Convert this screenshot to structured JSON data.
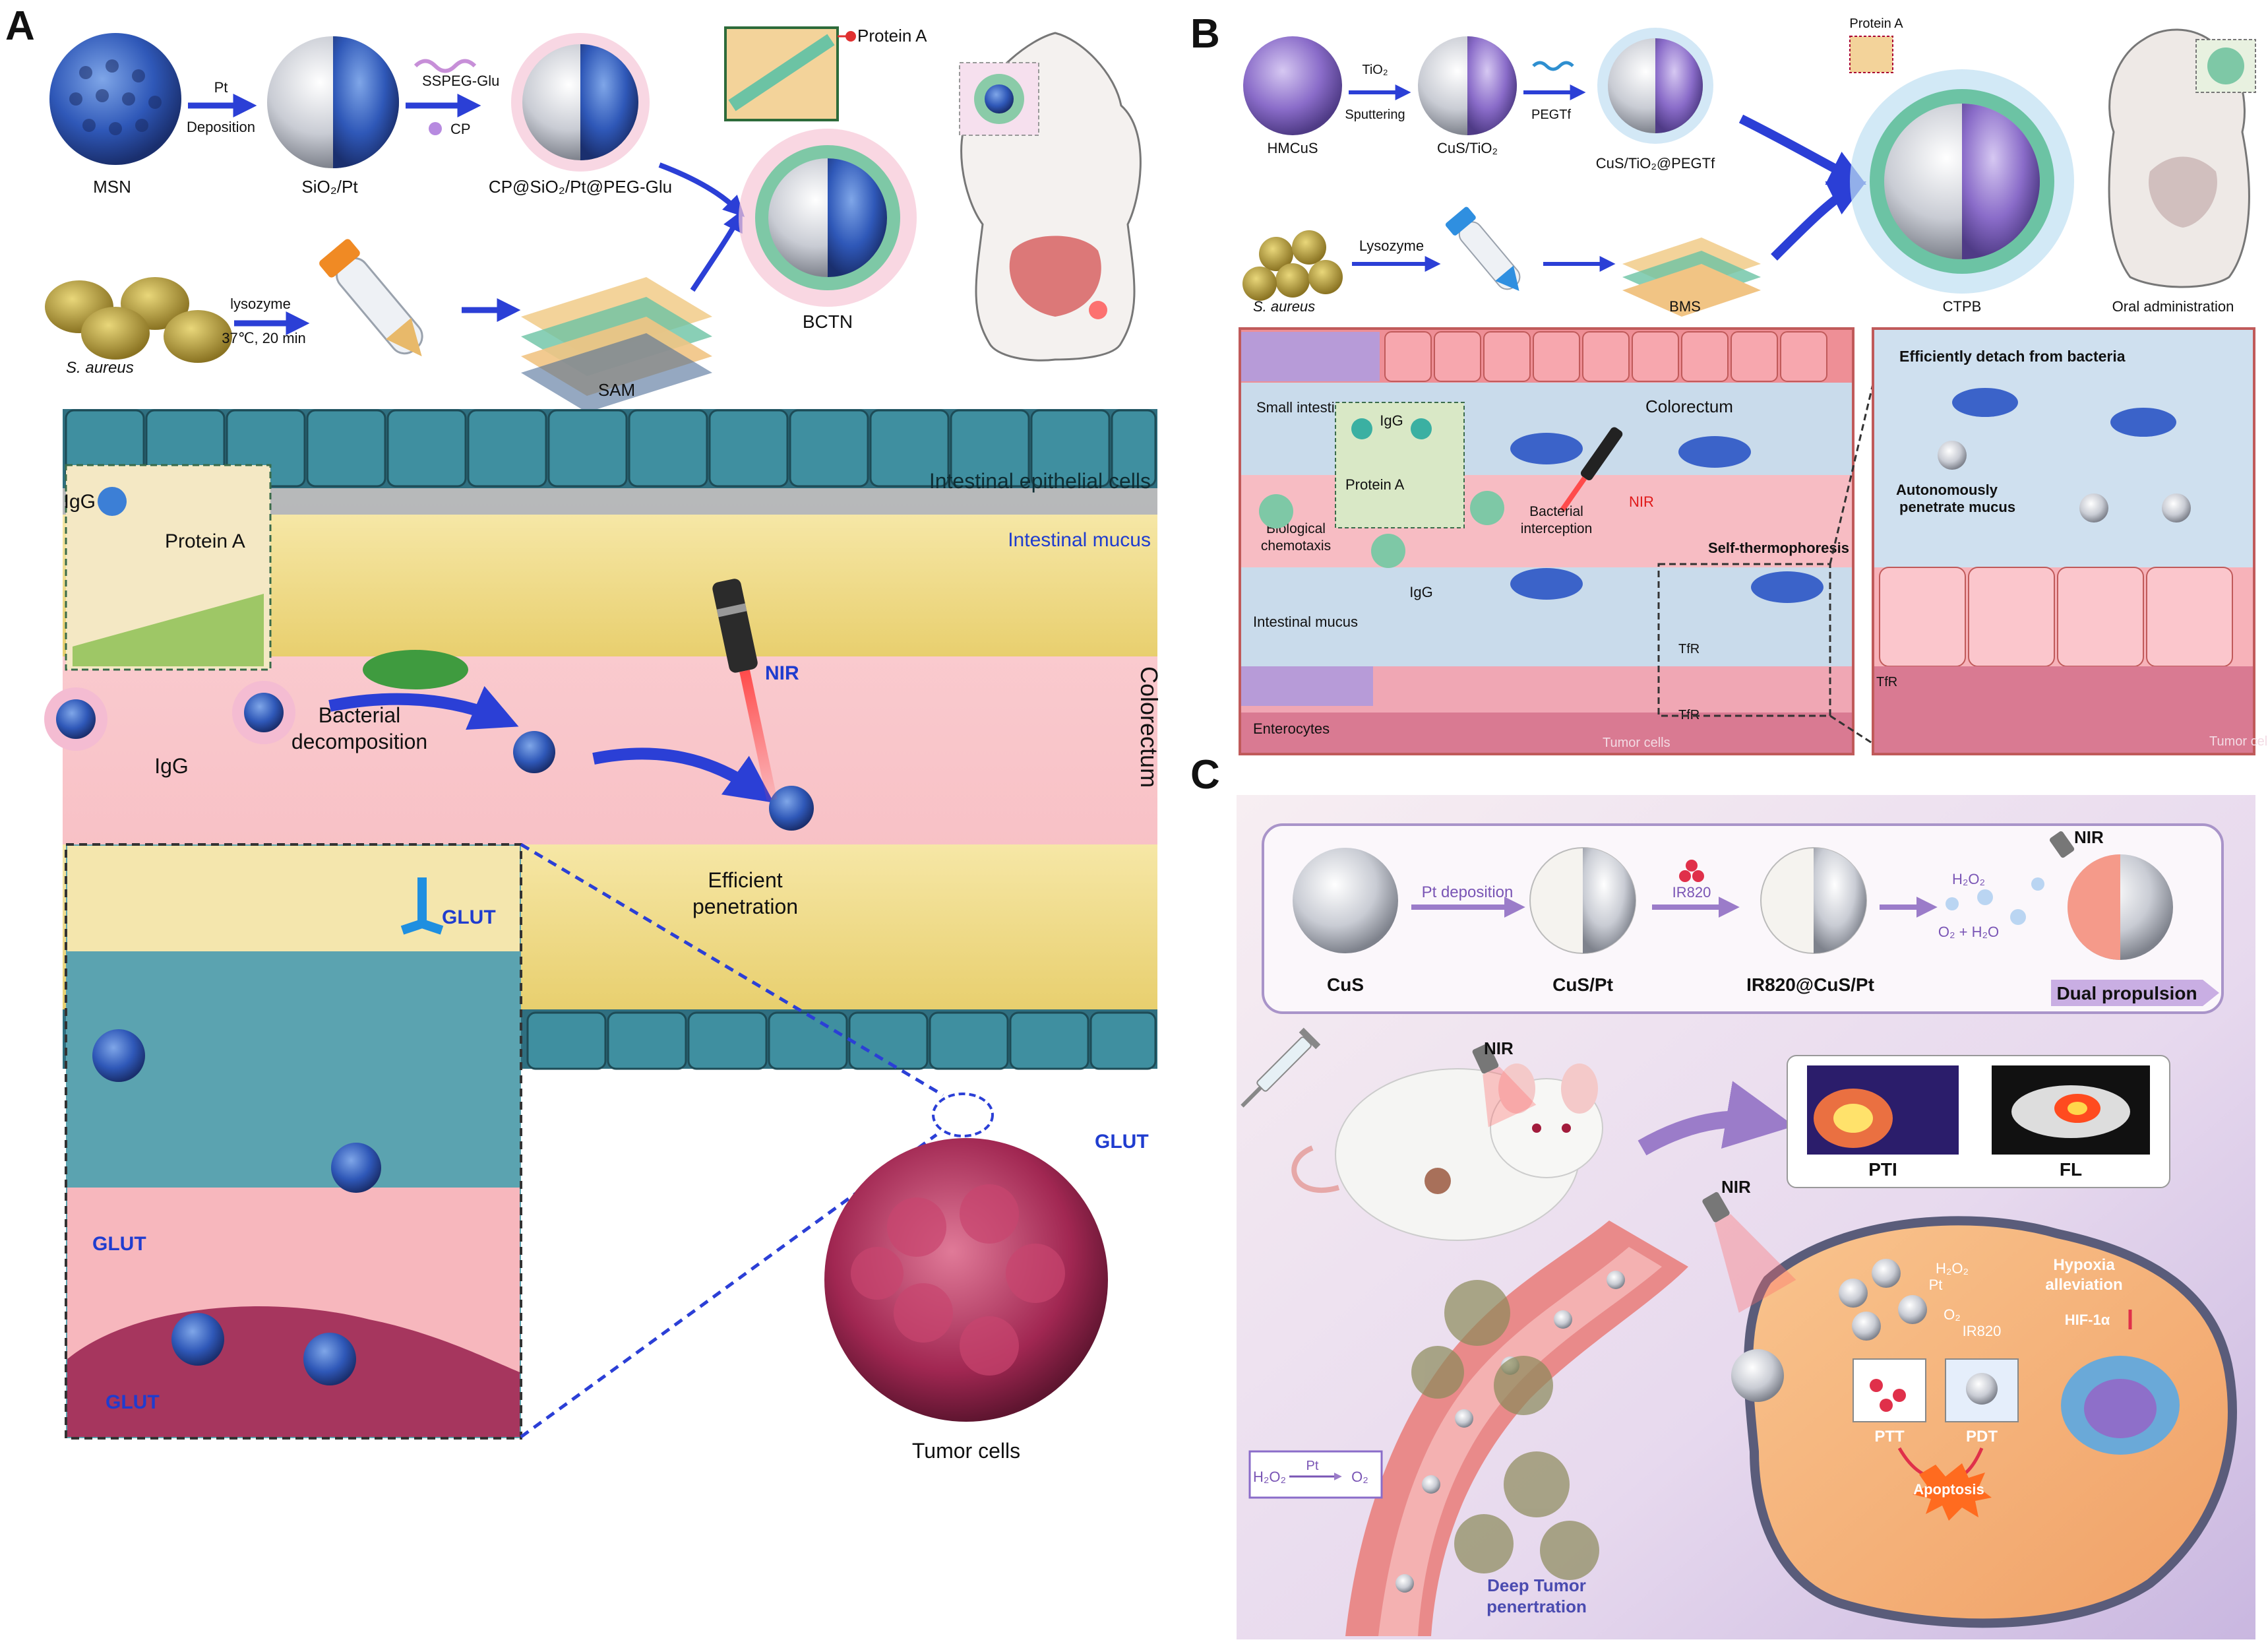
{
  "panelA": {
    "letter": "A",
    "msn": "MSN",
    "pt": "Pt",
    "deposition": "Deposition",
    "sio2pt": "SiO₂/Pt",
    "sspeg": "SSPEG-Glu",
    "cp": "CP",
    "cpsio2": "CP@SiO₂/Pt@PEG-Glu",
    "proteinA_top": "Protein A",
    "bctn": "BCTN",
    "lysozyme": "lysozyme",
    "conditions": "37℃,  20 min",
    "saureus": "S. aureus",
    "sam": "SAM",
    "epithelial": "Intestinal epithelial cells",
    "mucus": "Intestinal mucus",
    "igg_inset": "IgG",
    "proteinA_inset": "Protein A",
    "colorectum": "Colorectum",
    "nir": "NIR",
    "igg": "IgG",
    "bact_decomp1": "Bacterial",
    "bact_decomp2": "decomposition",
    "eff_pen1": "Efficient",
    "eff_pen2": "penetration",
    "glut": "GLUT",
    "tumor": "Tumor cells"
  },
  "panelB": {
    "letter": "B",
    "proteinA": "Protein A",
    "tio2": "TiO₂",
    "sputtering": "Sputtering",
    "pegtf": "PEGTf",
    "hmcus": "HMCuS",
    "custio2": "CuS/TiO₂",
    "custio2peg": "CuS/TiO₂@PEGTf",
    "lysozyme": "Lysozyme",
    "saureus": "S. aureus",
    "bms": "BMS",
    "ctpb": "CTPB",
    "oral": "Oral administration",
    "small_int": "Small intestine",
    "igg_inset": "IgG",
    "proteinA_inset": "Protein A",
    "colorectum": "Colorectum",
    "nir": "NIR",
    "bio1": "Biological",
    "bio2": "chemotaxis",
    "igg": "IgG",
    "bint1": "Bacterial",
    "bint2": "interception",
    "selfthermo": "Self-thermophoresis",
    "int_mucus": "Intestinal mucus",
    "tfr": "TfR",
    "enterocytes": "Enterocytes",
    "tumor": "Tumor cells",
    "detach": "Efficiently detach from bacteria",
    "auton1": "Autonomously",
    "auton2": "penetrate mucus"
  },
  "panelC": {
    "letter": "C",
    "pt_dep": "Pt deposition",
    "ir820": "IR820",
    "cus": "CuS",
    "cuspt": "CuS/Pt",
    "ir820cuspt": "IR820@CuS/Pt",
    "h2o2": "H₂O₂",
    "o2h2o": "O₂ + H₂O",
    "nir": "NIR",
    "dual": "Dual propulsion",
    "pti": "PTI",
    "fl": "FL",
    "h2o2_cell": "H₂O₂",
    "pt": "Pt",
    "o2": "O₂",
    "ir820_cell": "IR820",
    "hypoxia1": "Hypoxia",
    "hypoxia2": "alleviation",
    "hif": "HIF-1α",
    "ptt": "PTT",
    "pdt": "PDT",
    "apoptosis": "Apoptosis",
    "eq_h2o2": "H₂O₂",
    "eq_pt": "Pt",
    "eq_o2": "O₂",
    "deep1": "Deep Tumor",
    "deep2": "penertration"
  },
  "colors": {
    "arrow_blue": "#2b3fd6",
    "mucus": "#f3df8a",
    "epithelial": "#2f6f80",
    "tumor": "#b0305a",
    "panelC_bg": "#e7d9ee",
    "label_blue": "#1f3ccf"
  }
}
